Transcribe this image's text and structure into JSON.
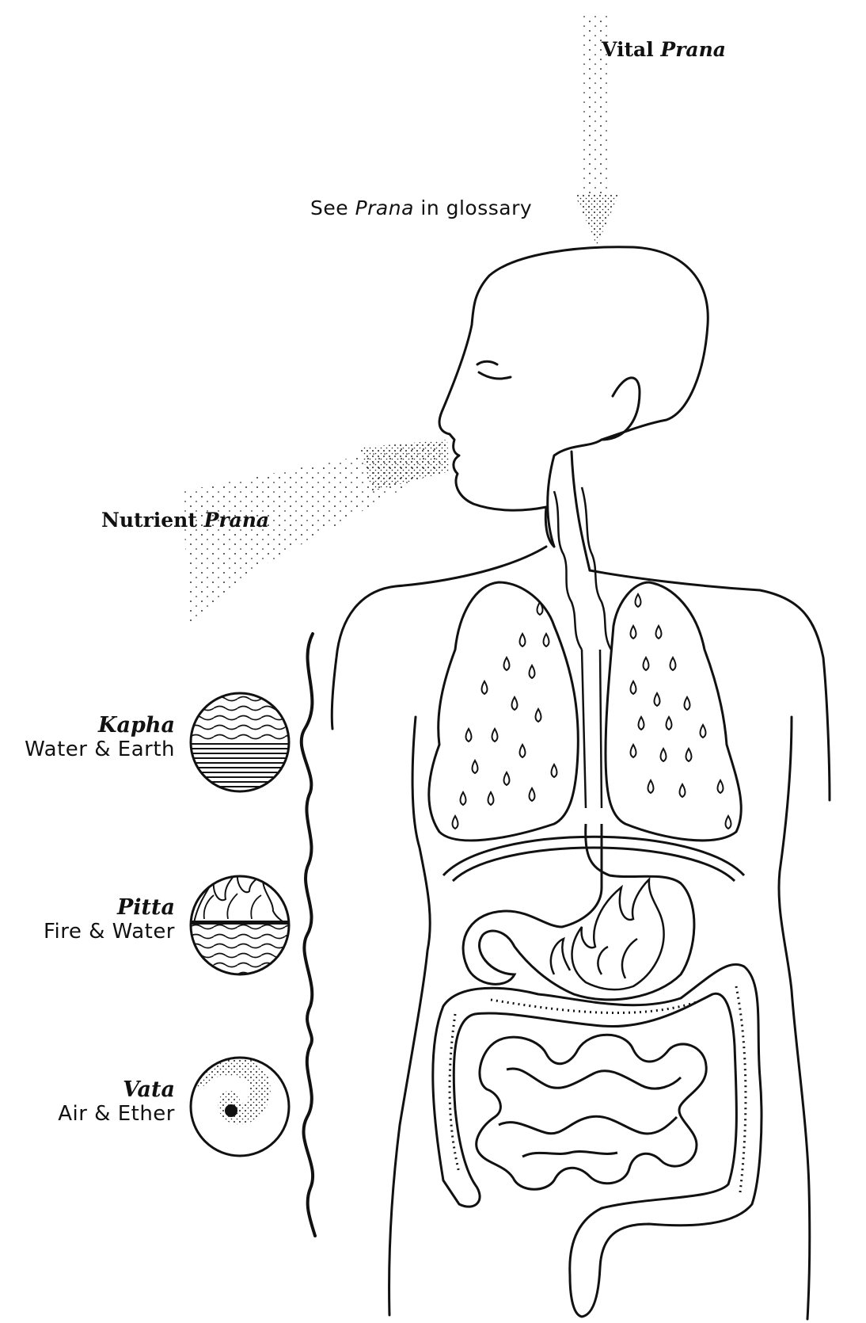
{
  "labels": {
    "vital_prana": {
      "word": "Vital ",
      "term": "Prana"
    },
    "glossary_note": {
      "before": "See ",
      "term": "Prana",
      "after": " in glossary"
    },
    "nutrient_prana": {
      "word": "Nutrient ",
      "term": "Prana"
    }
  },
  "doshas": [
    {
      "name": "Kapha",
      "elements": "Water & Earth",
      "icon": "water-earth-icon"
    },
    {
      "name": "Pitta",
      "elements": "Fire & Water",
      "icon": "fire-water-icon"
    },
    {
      "name": "Vata",
      "elements": "Air & Ether",
      "icon": "air-ether-icon"
    }
  ],
  "colors": {
    "ink": "#111111",
    "paper": "#ffffff"
  }
}
